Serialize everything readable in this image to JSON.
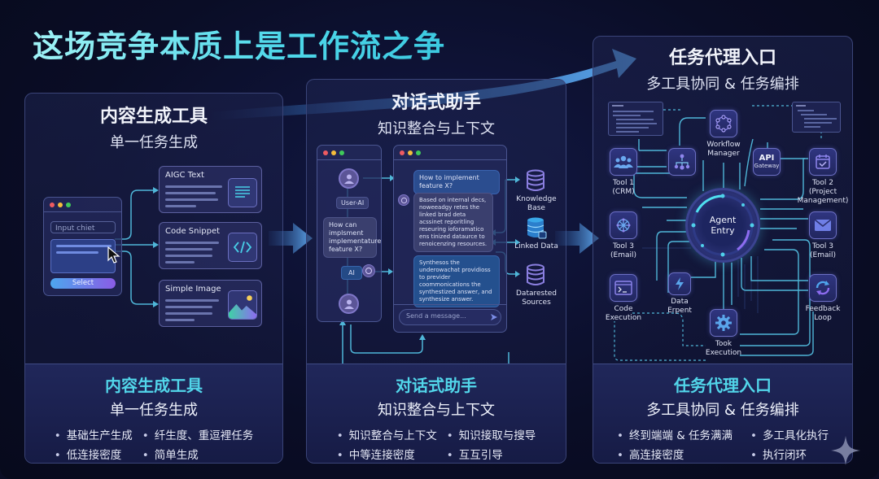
{
  "title": "这场竞争本质上是工作流之争",
  "panels": [
    {
      "title": "内容生成工具",
      "subtitle": "单一任务生成",
      "window": {
        "input_placeholder": "Input chiet",
        "button_label": "Select"
      },
      "cards": [
        {
          "title": "AIGC Text",
          "icon": "document-lines-icon"
        },
        {
          "title": "Code Snippet",
          "icon": "code-brackets-icon"
        },
        {
          "title": "Simple Image",
          "icon": "image-mountain-icon"
        }
      ],
      "summary": {
        "title": "内容生成工具",
        "subtitle": "单一任务生成",
        "bullets": [
          "基础生产生成",
          "纤生度、重逗裡任务",
          "低连接密度",
          "简单生成"
        ]
      }
    },
    {
      "title": "对话式助手",
      "subtitle": "知识整合与上下文",
      "left_window": {
        "user_tag": "User-AI",
        "question": "How can implsment implementature feature X?",
        "ai_tag": "AI"
      },
      "chat": {
        "user_message": "How to implement feature X?",
        "reply_1": "Based on internal decs, noweeadgy retes the linked brad deta acssinet reporitling reseuring ioforamatico ens tinized dataurce to renoicenzing resources.",
        "reply_2": "Synthesos the underowachat providioss to previder coommonications the synthestized answer, and synthesize answer.",
        "input_placeholder": "Send a message..."
      },
      "sources": [
        "Knowledge Base",
        "Linked Data",
        "Datarested Sources"
      ],
      "summary": {
        "title": "对话式助手",
        "subtitle": "知识整合与上下文",
        "bullets": [
          "知识整合与上下文",
          "知识接取与搜导",
          "中等连接密度",
          "互互引导"
        ]
      }
    },
    {
      "title": "任务代理入口",
      "subtitle": "多工具协同 & 任务编排",
      "hub": "Agent Entry",
      "nodes": {
        "workflow_manager": "Workflow Manager",
        "api_gateway": [
          "API",
          "Gateway"
        ],
        "tool1": [
          "Tool 1",
          "(CRM)"
        ],
        "tool2": [
          "Tool 2",
          "(Project",
          "Management)"
        ],
        "tool3_left": [
          "Tool 3",
          "(Email)"
        ],
        "tool3_right": [
          "Tool 3",
          "(Email)"
        ],
        "code_execution": [
          "Code",
          "Execution"
        ],
        "data_expert": [
          "Data",
          "Erpent"
        ],
        "feedback_loop": [
          "Feedback",
          "Loop"
        ],
        "took_execution": [
          "Took",
          "Execution"
        ]
      },
      "summary": {
        "title": "任务代理入口",
        "subtitle": "多工具协同 & 任务编排",
        "bullets": [
          "终到端端 & 任务满满",
          "多工具化执行",
          "高连接密度",
          "执行闭环"
        ]
      }
    }
  ],
  "colors": {
    "accent_cyan": "#52d6ea",
    "arrow_blue": "#4f9ee6",
    "connector": "#4fb6d8"
  }
}
